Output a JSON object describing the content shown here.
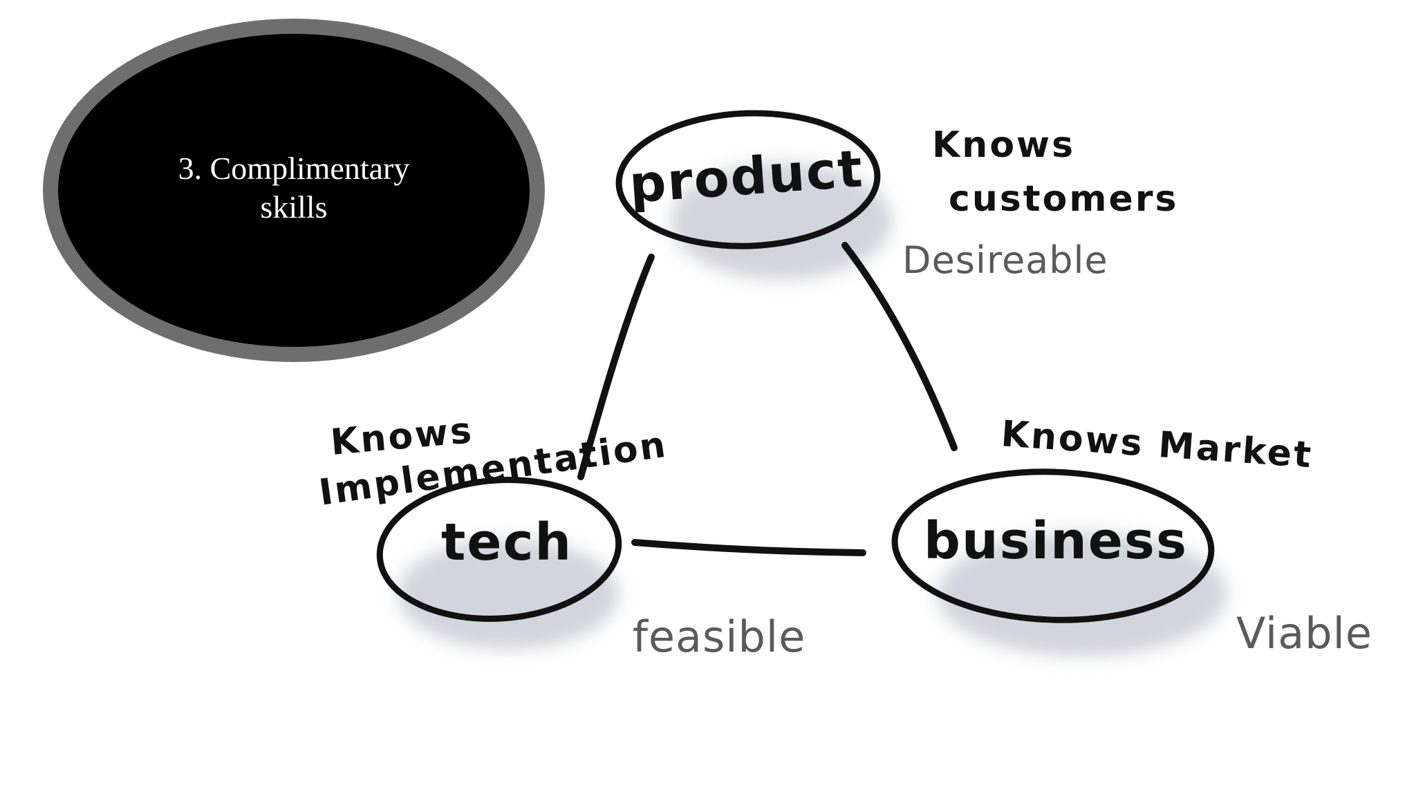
{
  "title": {
    "line1": "3. Complimentary",
    "line2": "skills"
  },
  "diagram": {
    "nodes": [
      {
        "id": "product",
        "label": "product",
        "knows": [
          "Knows",
          "customers"
        ],
        "quality": "Desireable"
      },
      {
        "id": "tech",
        "label": "tech",
        "knows": [
          "Knows",
          "Implementation"
        ],
        "quality": "feasible"
      },
      {
        "id": "business",
        "label": "business",
        "knows": [
          "Knows Market"
        ],
        "quality": "Viable"
      }
    ],
    "edges": [
      {
        "from": "product",
        "to": "tech"
      },
      {
        "from": "product",
        "to": "business"
      },
      {
        "from": "tech",
        "to": "business"
      }
    ]
  },
  "colors": {
    "badge_fill": "#000000",
    "badge_ring": "#6e6e6e",
    "ink": "#111111",
    "quality_ink": "#5a5a5a",
    "shadow": "#c7cbd6"
  }
}
